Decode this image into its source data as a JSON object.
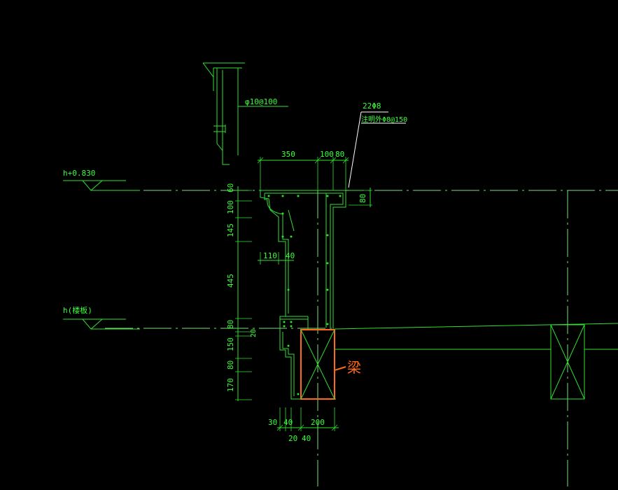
{
  "annotations": {
    "rebar_spacing": "φ10@100",
    "rebar_top": "22Φ8",
    "rebar_stirrup": "注明外Φ8@150",
    "level_top": "h+0.830",
    "level_slab": "h(楼板)",
    "beam_label": "梁"
  },
  "dims_top": {
    "d350": "350",
    "d100": "100",
    "d80": "80"
  },
  "dims_right": {
    "d80": "80"
  },
  "dims_left": {
    "d60": "60",
    "d100": "100",
    "d145": "145",
    "d445": "445",
    "d80a": "80",
    "d20": "20",
    "d150": "150",
    "d80b": "80",
    "d170": "170"
  },
  "dims_mid": {
    "d110": "110",
    "d40": "40"
  },
  "dims_bottom": {
    "d30": "30",
    "d40a": "40",
    "d200": "200",
    "d20": "20",
    "d40b": "40"
  },
  "colors": {
    "line": "#2fe02f",
    "beam": "#ff6a1a",
    "background": "#000000"
  }
}
